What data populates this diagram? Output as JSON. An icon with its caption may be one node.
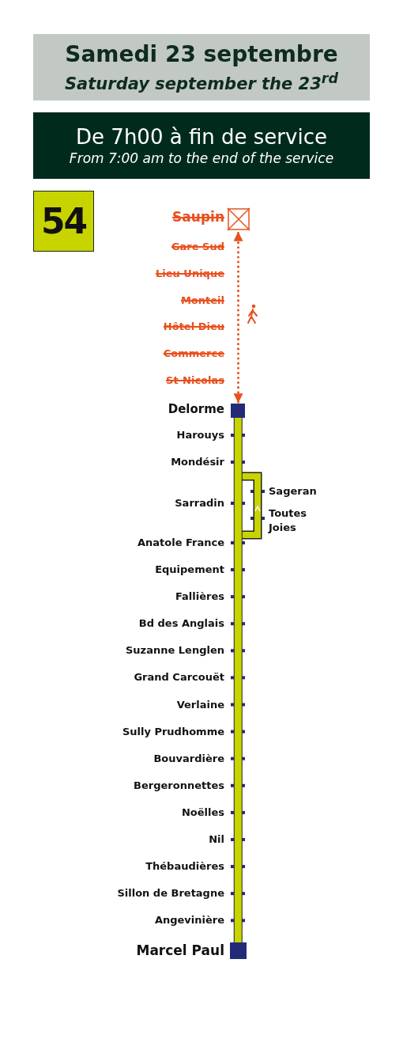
{
  "diagram": {
    "nodes": [
      {
        "text": [
          "Samedi 23 septembre",
          "Saturday september the 23$^{rd}$"
        ]
      },
      {
        "text": [
          "De 7h00 à fin de service",
          "From 7:00 am to the end of the service"
        ]
      },
      {
        "text": [
          "54"
        ]
      },
      {
        "text": [
          "Saupin"
        ]
      },
      {
        "text": [],
        "shape": "box"
      },
      {
        "text": [
          "Delorme"
        ]
      },
      {
        "text": [],
        "shape": "box"
      },
      {
        "text": [],
        "shape": "box"
      }
    ],
    "edges": [
      {
        "from": 6,
        "to": 4,
        "arrow": "both",
        "style": "dashed",
        "color": "#e8501e"
      },
      {
        "from": 6,
        "to": 7,
        "arrow": "none",
        "style": "thick",
        "color": "#c8d400"
      }
    ],
    "labels": [
      "Gare Sud",
      "Lieu Unique",
      "Monteil",
      "Hôtel Dieu",
      "Commerce",
      "St-Nicolas",
      "Harouys",
      "Mondésir",
      "Sageran",
      "Sarradin",
      "Toutes Joies",
      "Anatole France",
      "Equipement",
      "Fallières",
      "Bd des Anglais",
      "Suzanne Lenglen",
      "Grand Carcouët",
      "Verlaine",
      "Sully Prudhomme",
      "Bouvardière",
      "Bergeronnettes",
      "Noëlles",
      "Nil",
      "Thébaudières",
      "Sillon de Bretagne",
      "Angevinière",
      "Marcel Paul"
    ]
  }
}
